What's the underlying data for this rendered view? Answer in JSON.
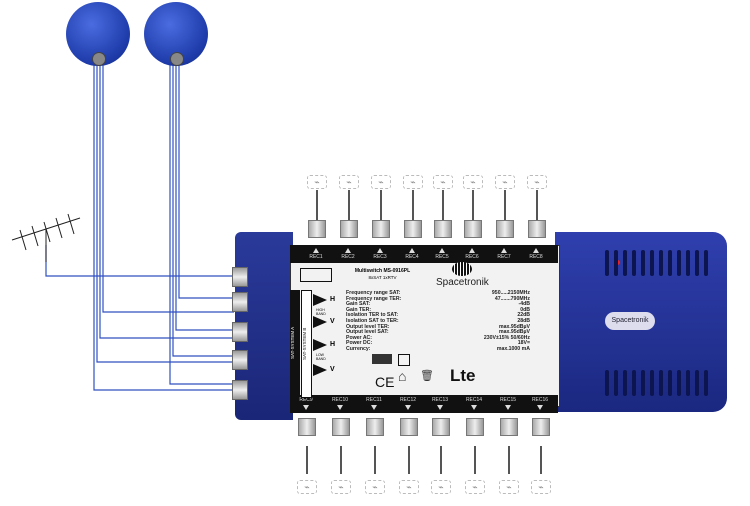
{
  "device": {
    "model": "Multiswitch MS-0916PL",
    "subtitle": "8xSAT 1xRTV",
    "brand": "Spacetronik",
    "side_brand": "Spacetronik",
    "system_a": "SAT-SYSTEM A",
    "system_b": "SAT-SYSTEM B",
    "pol_labels": [
      "H",
      "V",
      "H",
      "V"
    ],
    "band_labels": [
      "HIGH BAND",
      "LOW BAND"
    ],
    "lte": "Lte",
    "ce": "CE",
    "top_outputs": [
      "REC1",
      "REC2",
      "REC3",
      "REC4",
      "REC5",
      "REC6",
      "REC7",
      "REC8"
    ],
    "bottom_outputs": [
      "REC9",
      "REC10",
      "REC11",
      "REC12",
      "REC13",
      "REC14",
      "REC15",
      "REC16"
    ],
    "specs": [
      {
        "k": "Frequency range SAT:",
        "v": "950.....2150MHz"
      },
      {
        "k": "Frequency range TER:",
        "v": "47.......790MHz"
      },
      {
        "k": "Gain SAT:",
        "v": "-4dB"
      },
      {
        "k": "Gain TER:",
        "v": "0dB"
      },
      {
        "k": "Isolation TER to SAT:",
        "v": "22dB"
      },
      {
        "k": "Isolation SAT to TER:",
        "v": "28dB"
      },
      {
        "k": "Output level TER:",
        "v": "max.95dBµV"
      },
      {
        "k": "Output level SAT:",
        "v": "max.95dBµV"
      },
      {
        "k": "Power AC:",
        "v": "230V±15% 50/60Hz"
      },
      {
        "k": "Power DC:",
        "v": "18V="
      },
      {
        "k": "Currency:",
        "v": "max.1000 mA"
      }
    ]
  },
  "colors": {
    "housing": "#1f2d8c",
    "dish": "#2a48c0",
    "wire": "#3050c0"
  }
}
